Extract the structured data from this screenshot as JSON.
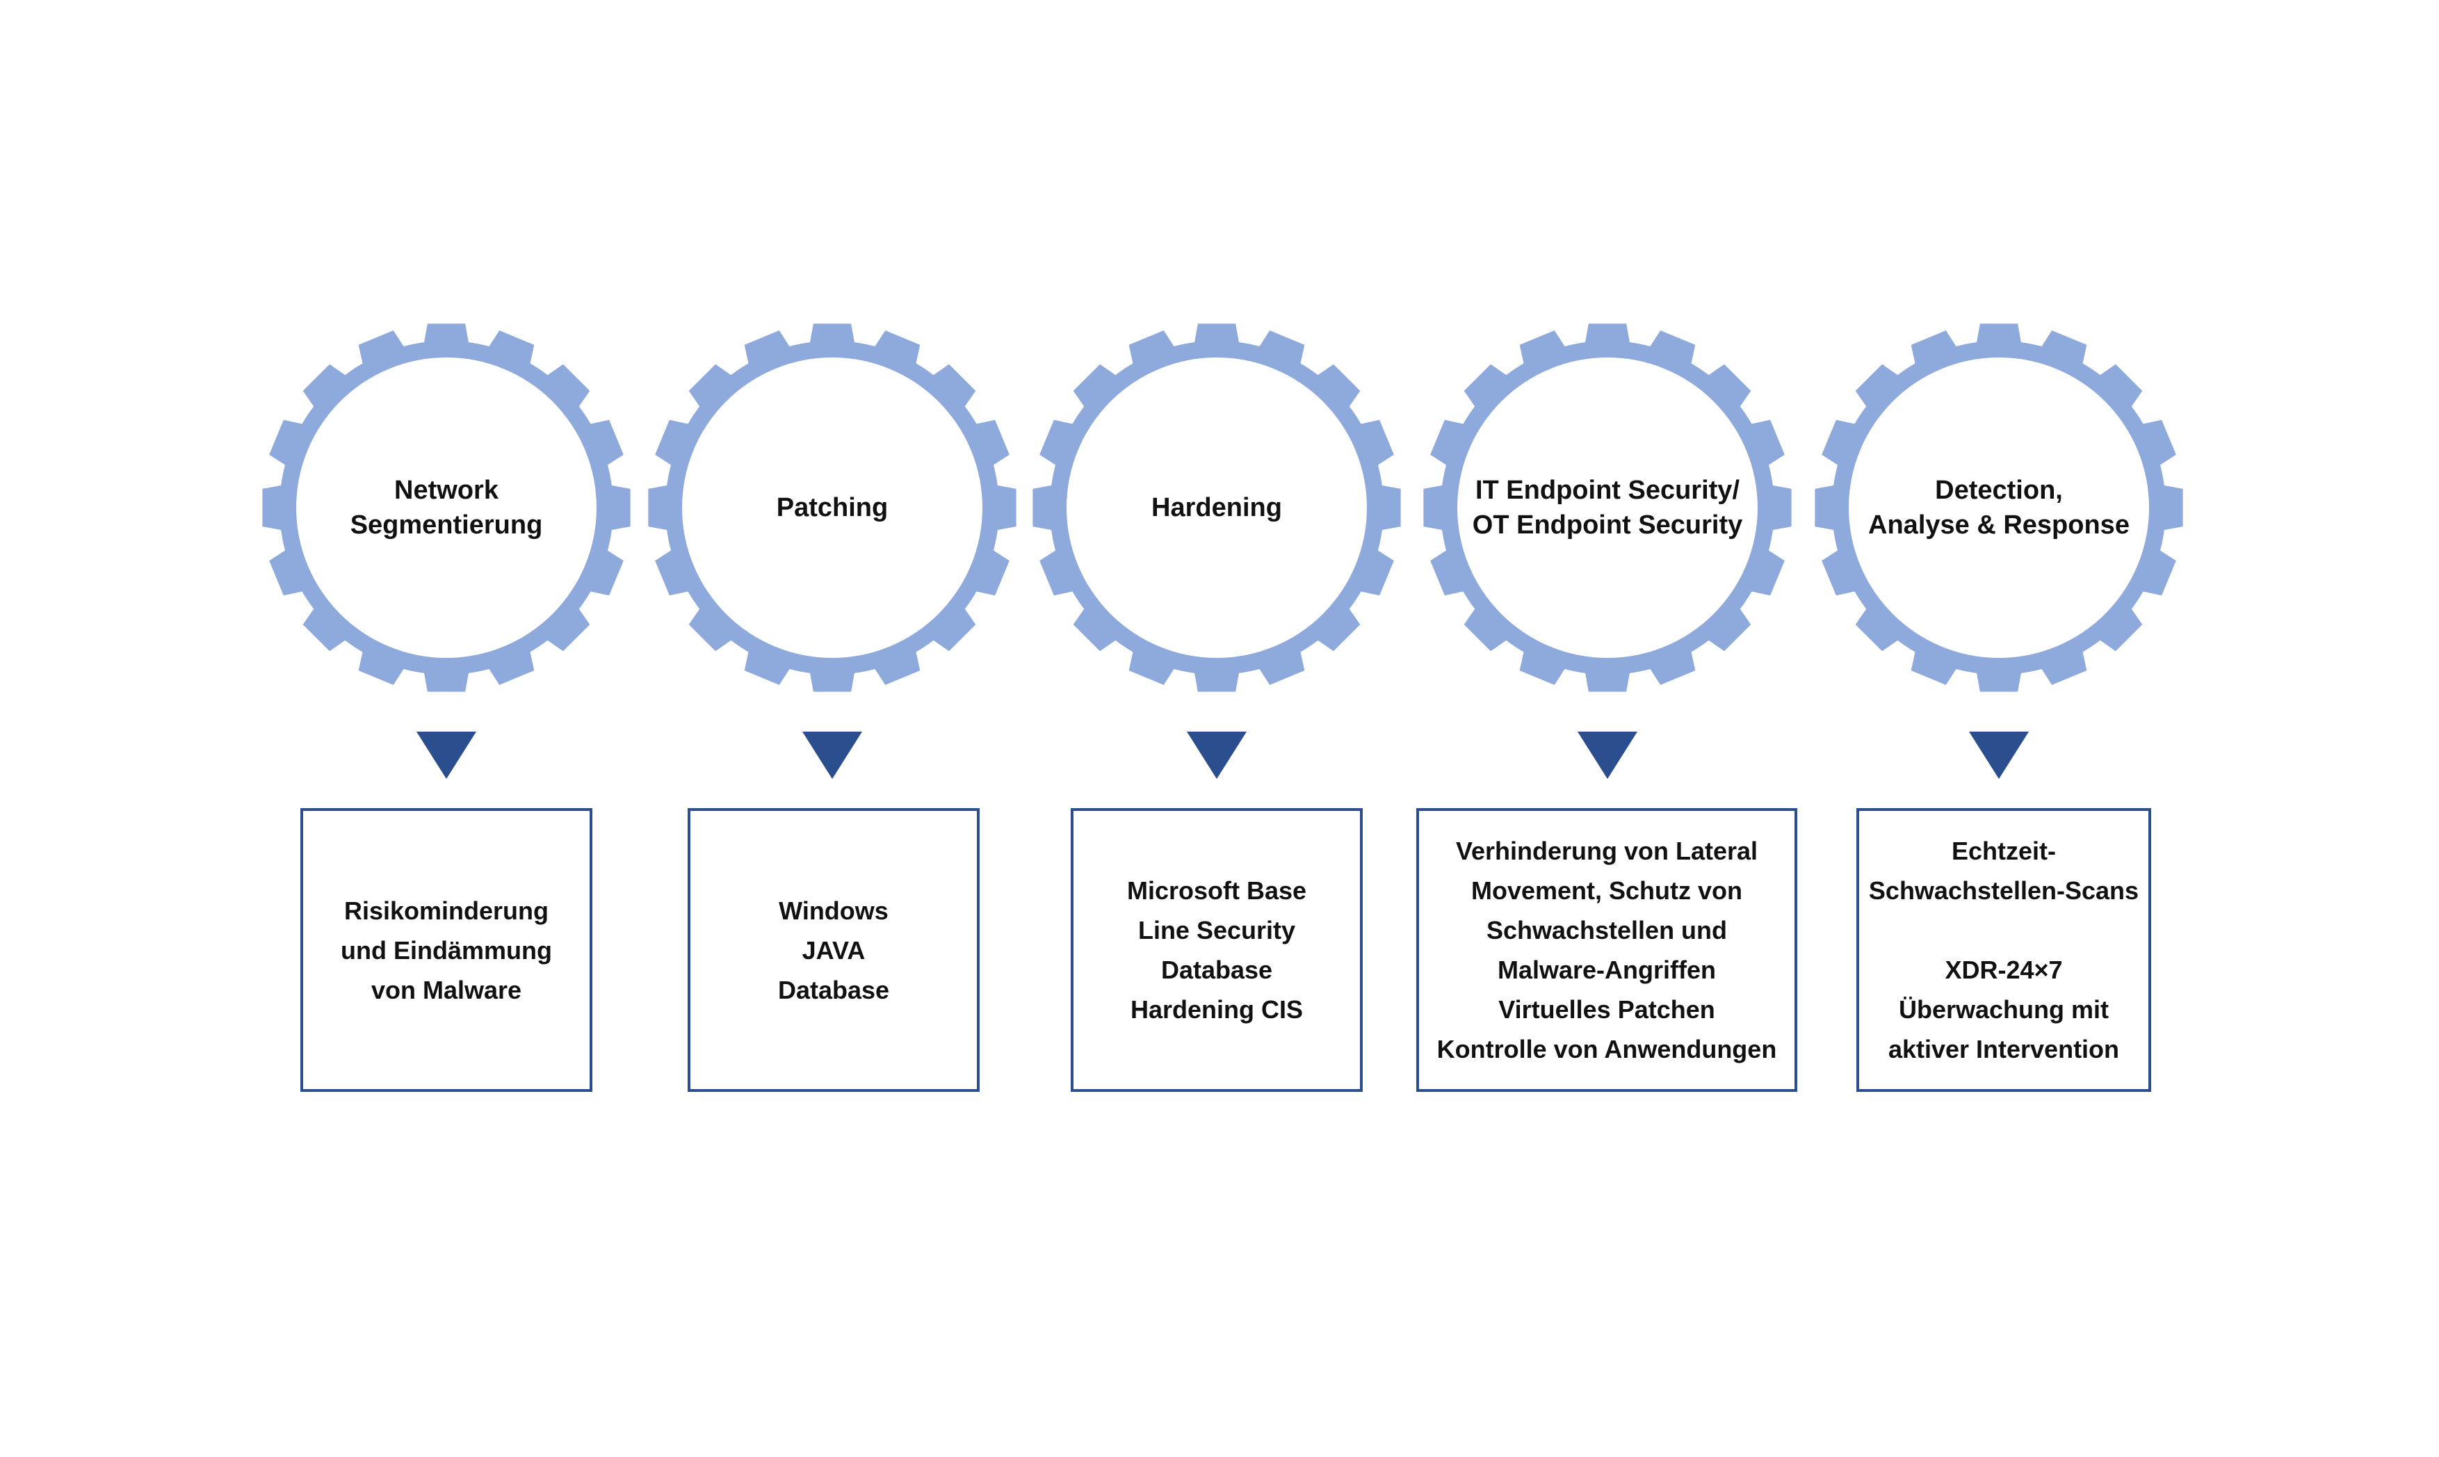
{
  "colors": {
    "gear": "#8ea9db",
    "arrow": "#2b4f8e",
    "box_border": "#2b4f8e",
    "text": "#111111",
    "background": "#ffffff"
  },
  "steps": [
    {
      "gear_lines": [
        "Network",
        "Segmentierung"
      ],
      "box_lines": [
        "Risikominderung",
        "und Eindämmung",
        "von Malware"
      ]
    },
    {
      "gear_lines": [
        "Patching"
      ],
      "box_lines": [
        "Windows",
        "JAVA",
        "Database"
      ]
    },
    {
      "gear_lines": [
        "Hardening"
      ],
      "box_lines": [
        "Microsoft Base",
        "Line Security",
        "Database",
        "Hardening CIS"
      ]
    },
    {
      "gear_lines": [
        "IT Endpoint Security/",
        "OT Endpoint Security"
      ],
      "box_lines": [
        "Verhinderung von Lateral",
        "Movement, Schutz von",
        "Schwachstellen und",
        "Malware-Angriffen",
        "Virtuelles Patchen",
        "Kontrolle von Anwendungen"
      ]
    },
    {
      "gear_lines": [
        "Detection,",
        "Analyse & Response"
      ],
      "box_lines": [
        "Echtzeit-",
        "Schwachstellen-Scans",
        "",
        "XDR-24×7",
        "Überwachung mit",
        "aktiver Intervention"
      ]
    }
  ]
}
